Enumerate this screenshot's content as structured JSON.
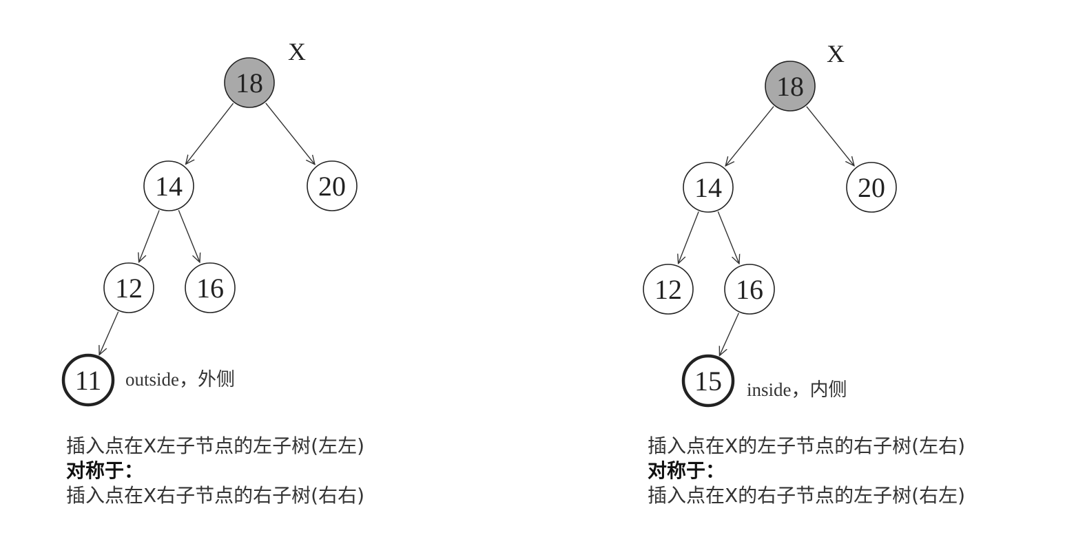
{
  "left_tree": {
    "root_label": "X",
    "nodes": [
      {
        "id": "18",
        "value": "18",
        "role": "root"
      },
      {
        "id": "14",
        "value": "14",
        "role": "normal"
      },
      {
        "id": "20",
        "value": "20",
        "role": "normal"
      },
      {
        "id": "12",
        "value": "12",
        "role": "normal"
      },
      {
        "id": "16",
        "value": "16",
        "role": "normal"
      },
      {
        "id": "11",
        "value": "11",
        "role": "inserted"
      }
    ],
    "edges": [
      [
        "18",
        "14"
      ],
      [
        "18",
        "20"
      ],
      [
        "14",
        "12"
      ],
      [
        "14",
        "16"
      ],
      [
        "12",
        "11"
      ]
    ],
    "inserted_label": "outside，外侧",
    "caption": {
      "line1": "插入点在X左子节点的左子树(左左)",
      "line2": "对称于：",
      "line3": "插入点在X右子节点的右子树(右右)"
    }
  },
  "right_tree": {
    "root_label": "X",
    "nodes": [
      {
        "id": "18",
        "value": "18",
        "role": "root"
      },
      {
        "id": "14",
        "value": "14",
        "role": "normal"
      },
      {
        "id": "20",
        "value": "20",
        "role": "normal"
      },
      {
        "id": "12",
        "value": "12",
        "role": "normal"
      },
      {
        "id": "16",
        "value": "16",
        "role": "normal"
      },
      {
        "id": "15",
        "value": "15",
        "role": "inserted"
      }
    ],
    "edges": [
      [
        "18",
        "14"
      ],
      [
        "18",
        "20"
      ],
      [
        "14",
        "12"
      ],
      [
        "14",
        "16"
      ],
      [
        "16",
        "15"
      ]
    ],
    "inserted_label": "inside，内侧",
    "caption": {
      "line1": "插入点在X的左子节点的右子树(左右)",
      "line2": "对称于：",
      "line3": "插入点在X的右子节点的左子树(右左)"
    }
  },
  "colors": {
    "root_fill": "#a9a9a9",
    "node_fill": "#ffffff",
    "stroke": "#222222"
  }
}
